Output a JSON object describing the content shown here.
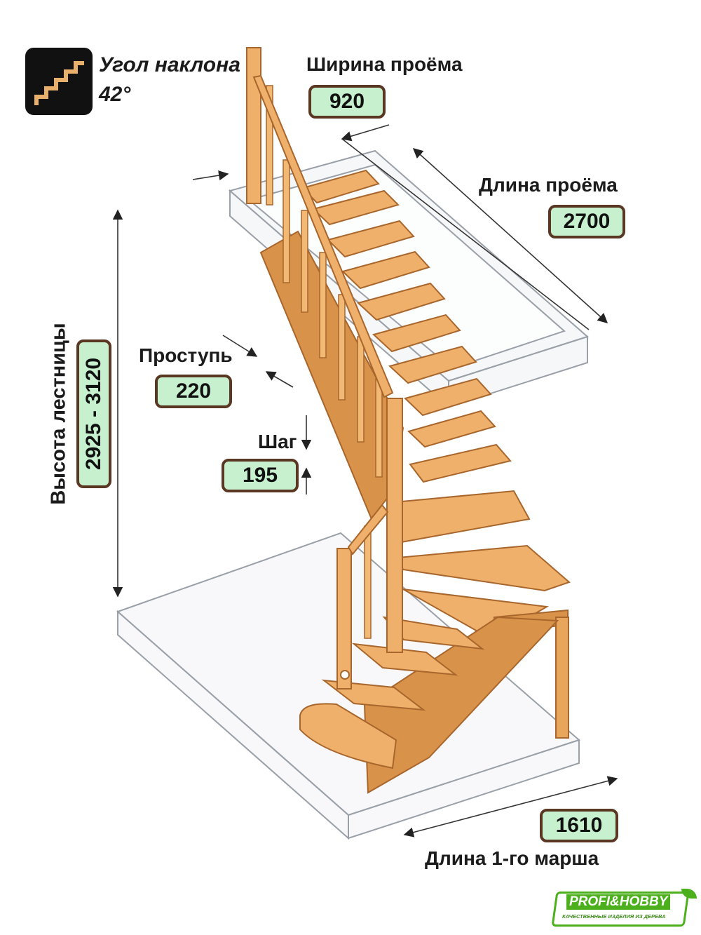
{
  "angle": {
    "title": "Угол наклона",
    "value": "42°",
    "icon": "stairs-icon"
  },
  "opening_width": {
    "label": "Ширина проёма",
    "value": "920"
  },
  "opening_length": {
    "label": "Длина проёма",
    "value": "2700"
  },
  "tread": {
    "label": "Проступь",
    "value": "220"
  },
  "step": {
    "label": "Шаг",
    "value": "195"
  },
  "stair_height": {
    "label": "Высота лестницы",
    "value": "2925 - 3120"
  },
  "first_flight_length": {
    "label": "Длина 1-го марша",
    "value": "1610"
  },
  "logo": {
    "name": "PROFI&HOBBY",
    "tagline": "КАЧЕСТВЕННЫЕ ИЗДЕЛИЯ ИЗ ДЕРЕВА"
  },
  "colors": {
    "wood": "#e8a65c",
    "wood_dark": "#b87432",
    "badge_fill": "#c7f0cf",
    "badge_border": "#5a3722",
    "slab_line": "#9aa0a8",
    "logo_green": "#4caf1c"
  }
}
